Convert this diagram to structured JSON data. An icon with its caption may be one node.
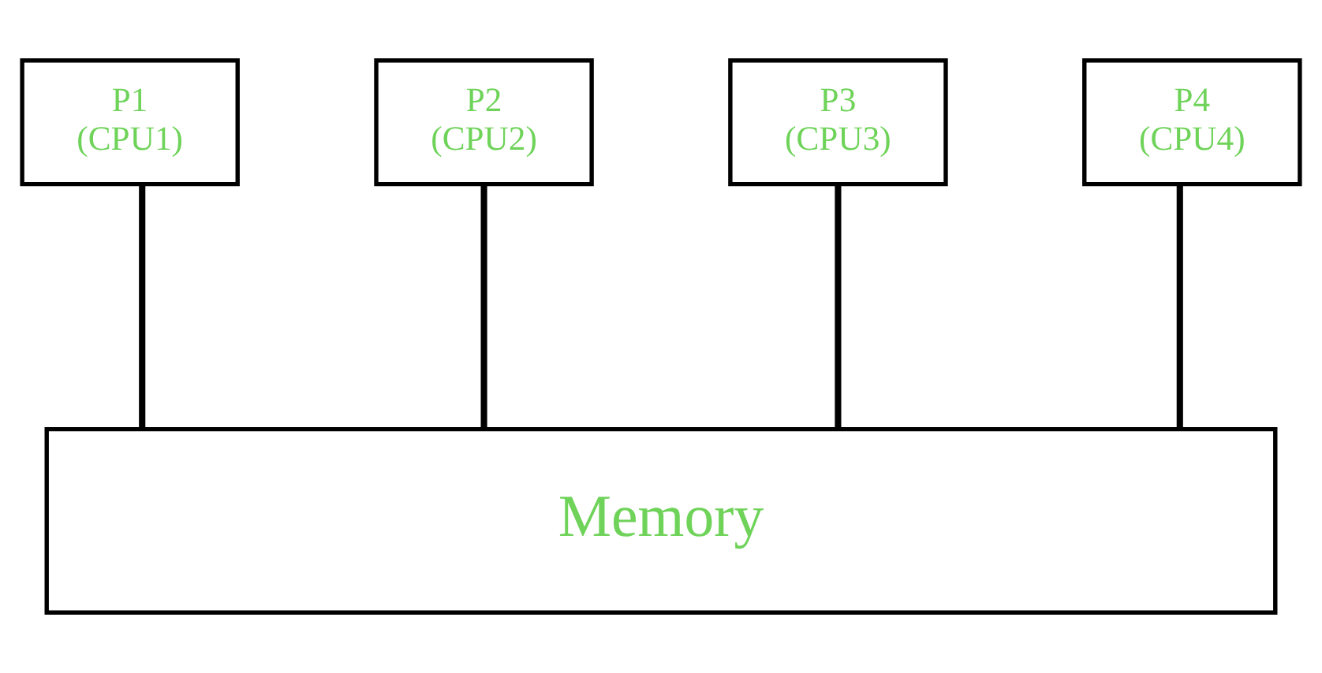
{
  "diagram": {
    "nodes": [
      {
        "text": [
          "P1",
          "(CPU1)"
        ]
      },
      {
        "text": [
          "P2",
          "(CPU2)"
        ]
      },
      {
        "text": [
          "P3",
          "(CPU3)"
        ]
      },
      {
        "text": [
          "P4",
          "(CPU4)"
        ]
      },
      {
        "text": [
          "Memory"
        ]
      }
    ],
    "edges": [
      {
        "from": 0,
        "to": 4,
        "arrow": "none"
      },
      {
        "from": 1,
        "to": 4,
        "arrow": "none"
      },
      {
        "from": 2,
        "to": 4,
        "arrow": "none"
      },
      {
        "from": 3,
        "to": 4,
        "arrow": "none"
      }
    ]
  }
}
